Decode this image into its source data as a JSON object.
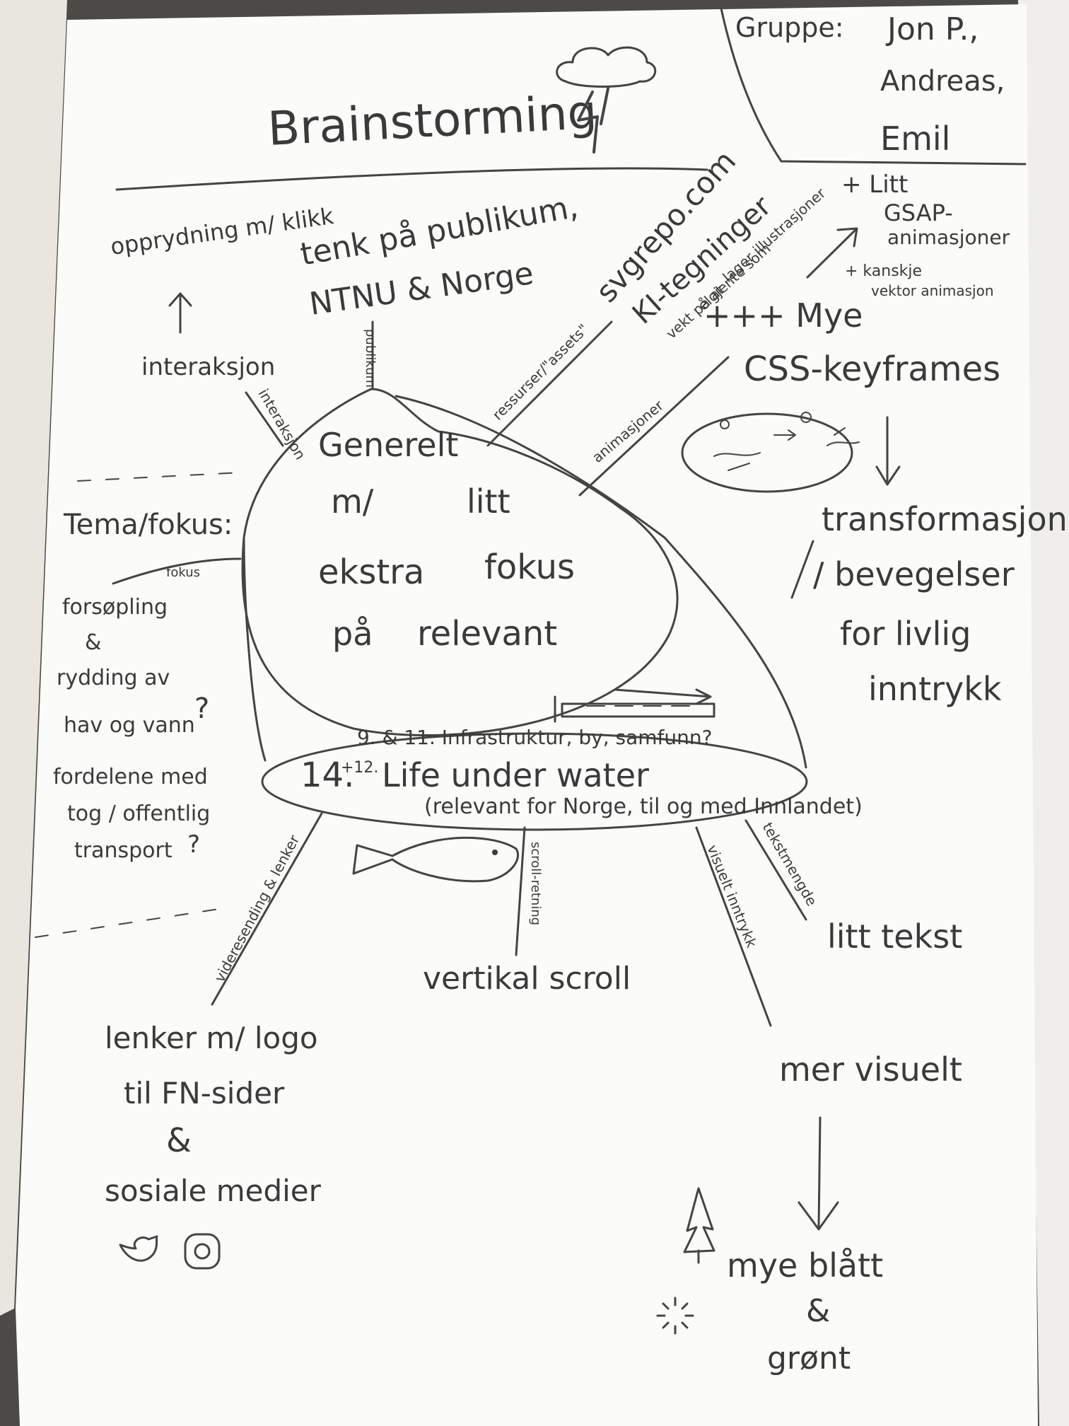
{
  "title": "Brainstorming",
  "group": {
    "label": "Gruppe:",
    "members": [
      "Jon P.,",
      "Andreas,",
      "Emil"
    ]
  },
  "center": {
    "lines": [
      "Generelt",
      "m/",
      "litt",
      "ekstra",
      "fokus",
      "på",
      "relevant"
    ],
    "base_top": "9. & 11. Infrastruktur, by, samfunn?",
    "base_main": "14. +12. Life under water",
    "base_sup": "+12.",
    "base_num": "14.",
    "base_words": "Life   under   water",
    "base_note": "(relevant for Norge, til og med Innlandet)"
  },
  "branches": {
    "interaksjon": {
      "label": "interaksjon",
      "tag": "interaksjon",
      "above": "opprydning m/ klikk"
    },
    "publikum": {
      "label": "tenk på publikum, NTNU & Norge",
      "line1": "tenk på publikum,",
      "line2": "NTNU & Norge",
      "tag": "publikum"
    },
    "ressurser": {
      "tag": "ressurser/\"assets\"",
      "line1": "svgrepo.com",
      "line2": "KI-tegninger",
      "line3": "vekt på at",
      "line4": "elgjente som",
      "line5": "lager illustrasjoner"
    },
    "animasjoner": {
      "tag": "animasjoner",
      "main1": "+++ Mye",
      "main2": "CSS-keyframes",
      "litt1": "+ Litt",
      "litt2": "GSAP-",
      "litt3": "animasjoner",
      "kanskje1": "+ kanskje",
      "kanskje2": "vektor animasjon",
      "transf1": "transformasjon",
      "transf2": "/ bevegelser",
      "transf3": "for livlig",
      "transf4": "inntrykk"
    },
    "tema": {
      "label": "Tema/fokus:",
      "tag": "fokus",
      "items": [
        "forsøpling",
        "&",
        "rydding av",
        "hav og vann",
        "?",
        "fordelene med",
        "tog / offentlig",
        "transport",
        "?"
      ]
    },
    "videresending": {
      "tag": "videresending & lenker",
      "line1": "lenker m/ logo",
      "line2": "til FN-sider",
      "line3": "&",
      "line4": "sosiale medier"
    },
    "scroll": {
      "tag": "scroll-retning",
      "label": "vertikal  scroll"
    },
    "visuelt": {
      "tag": "visuelt inntrykk",
      "label": "mer visuelt",
      "below1": "mye  blått",
      "below2": "&",
      "below3": "grønt"
    },
    "tekst": {
      "tag": "tekstmengde",
      "label": "litt tekst"
    }
  },
  "icons": [
    "cloud-icon",
    "lightning-icon",
    "fish-icon",
    "train-icon",
    "twitter-icon",
    "instagram-icon",
    "tree-icon",
    "sun-icon",
    "ocean-scene-icon"
  ],
  "colors": {
    "paper": "#fbfbf9",
    "pencil": "#3a3a3a",
    "background": "#4b4a47"
  }
}
